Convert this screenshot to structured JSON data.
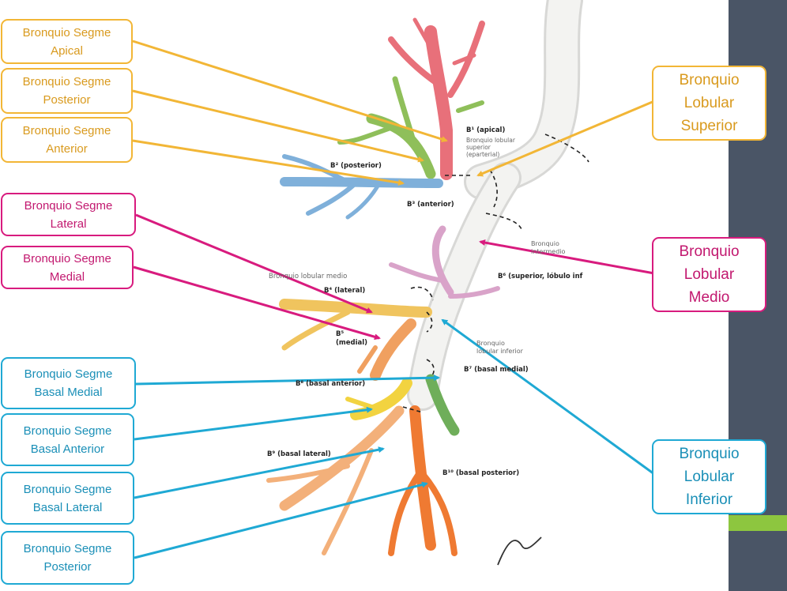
{
  "left_labels": [
    {
      "text": "Bronquio Segme\nApical",
      "color": "yellow"
    },
    {
      "text": "Bronquio Segme\nPosterior",
      "color": "yellow"
    },
    {
      "text": "Bronquio Segme\nAnterior",
      "color": "yellow"
    },
    {
      "text": "Bronquio Segme\nLateral",
      "color": "magenta"
    },
    {
      "text": "Bronquio Segme\nMedial",
      "color": "magenta"
    },
    {
      "text": "Bronquio Segme\nBasal Medial",
      "color": "cyan"
    },
    {
      "text": "Bronquio Segme\nBasal Anterior",
      "color": "cyan"
    },
    {
      "text": "Bronquio Segme\nBasal Lateral",
      "color": "cyan"
    },
    {
      "text": "Bronquio Segme\nPosterior",
      "color": "cyan"
    }
  ],
  "right_labels": [
    {
      "text": "Bronquio\nLobular\nSuperior",
      "color": "yellow"
    },
    {
      "text": "Bronquio\nLobular\nMedio",
      "color": "magenta"
    },
    {
      "text": "Bronquio\nLobular\nInferior",
      "color": "cyan"
    }
  ],
  "figure_labels": {
    "apical": "B¹ (apical)",
    "upper_lobar": "Bronquio lobular\nsuperior\n(eparterial)",
    "posterior": "B² (posterior)",
    "anterior": "B³ (anterior)",
    "intermedius": "Bronquio\nintermedio",
    "middle_lobar": "Bronquio lobular medio",
    "superior_lower": "B⁶ (superior, lóbulo inf",
    "lateral": "B⁴ (lateral)",
    "medial": "B⁵\n(medial)",
    "lower_lobar": "Bronquio\nlobular inferior",
    "basal_medial": "B⁷ (basal medial)",
    "basal_anterior": "B⁸ (basal anterior)",
    "basal_lateral": "B⁹ (basal lateral)",
    "basal_posterior": "B¹⁰ (basal posterior)"
  },
  "colors": {
    "yellow": "#f2b636",
    "magenta": "#d81b7e",
    "cyan": "#1fa9d4",
    "sidebar": "#4a5566",
    "accent_green": "#8dc63f",
    "apical": "#e8707a",
    "posterior_br": "#8fbf5a",
    "anterior_br": "#7fb0da",
    "lateral_br": "#f0c45e",
    "medial_br": "#f0a060",
    "superior_lower": "#d9a3c9",
    "basal_medial": "#6fae5a",
    "basal_anterior": "#f2d340",
    "basal_lateral": "#f3b07a",
    "basal_posterior": "#ef7a32"
  }
}
